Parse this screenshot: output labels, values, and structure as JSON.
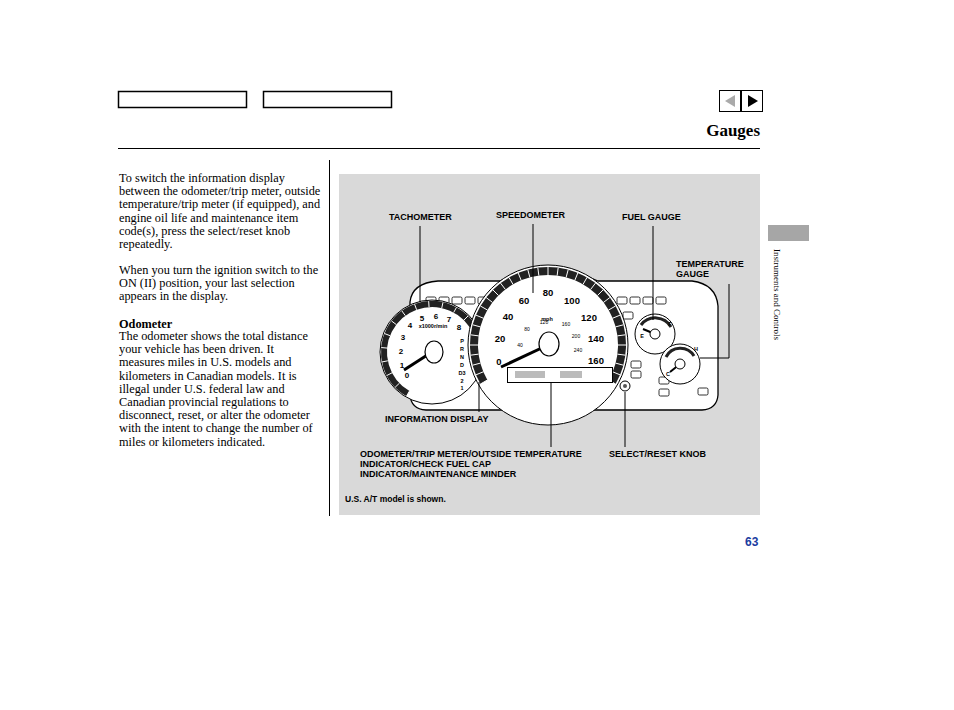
{
  "diagram": {
    "title": "Gauges",
    "labels": [
      "To switch the information display between the odometer/trip meter, outside temperature/trip meter (if equipped), and engine oil life and maintenance item code(s), press the select/reset knob repeatedly.",
      "When you turn the ignition switch to the ON (II) position, your last selection appears in the display.",
      "Odometer",
      "The odometer shows the total distance your vehicle has been driven. It measures miles in U.S. models and kilometers in Canadian models. It is illegal under U.S. federal law and Canadian provincial regulations to disconnect, reset, or alter the odometer with the intent to change the number of miles or kilometers indicated.",
      "TACHOMETER",
      "SPEEDOMETER",
      "FUEL GAUGE",
      "TEMPERATURE GAUGE",
      "INFORMATION DISPLAY",
      "ODOMETER/TRIP METER/OUTSIDE TEMPERATURE INDICATOR/CHECK FUEL CAP INDICATOR/MAINTENANCE MINDER",
      "SELECT/RESET KNOB",
      "U.S. A/T model is shown.",
      "Instruments and Controls",
      "63",
      "0",
      "1",
      "2",
      "3",
      "4",
      "5",
      "6",
      "7",
      "8",
      "x1000r/min",
      "P",
      "R",
      "N",
      "D",
      "D3",
      "2",
      "1",
      "0",
      "20",
      "40",
      "60",
      "80",
      "100",
      "120",
      "140",
      "160",
      "mph",
      "40",
      "80",
      "120",
      "160",
      "200",
      "240",
      "E",
      "F",
      "C",
      "H"
    ]
  }
}
